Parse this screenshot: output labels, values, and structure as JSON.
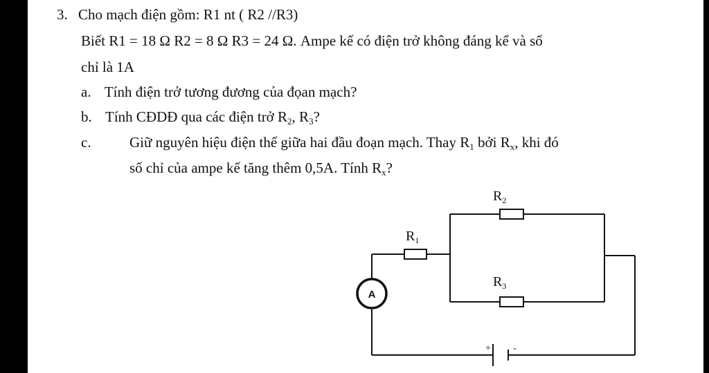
{
  "problem": {
    "number": "3.",
    "title": "Cho mạch điện gồm: R1 nt ( R2 //R3)",
    "given_line1": "Biết R1 = 18 Ω  R2 = 8 Ω  R3 =  24 Ω.  Ampe kế có điện trở không đáng kể và số",
    "given_line2": "chỉ là  1A",
    "a": {
      "marker": "a.",
      "text": "Tính điện trở tương đương của đọan mạch?"
    },
    "b": {
      "marker": "b.",
      "text_pre": "Tính CĐDĐ qua các điện trở R",
      "sub1": "2",
      "sep": ", R",
      "sub2": "3",
      "post": "?"
    },
    "c": {
      "marker": "c.",
      "l1_pre": "Giữ nguyên hiệu điện thế giữa hai đầu đoạn mạch. Thay R",
      "l1_sub1": "1",
      "l1_mid": " bởi R",
      "l1_sub2": "x",
      "l1_post": ",  khi đó",
      "l2_pre": "số chỉ của ampe kế tăng thêm 0,5A. Tính  R",
      "l2_sub": "x",
      "l2_post": "?"
    }
  },
  "circuit": {
    "r1": {
      "letter": "R",
      "sub": "1"
    },
    "r2": {
      "letter": "R",
      "sub": "2"
    },
    "r3": {
      "letter": "R",
      "sub": "3"
    },
    "ammeter": "A",
    "battery_plus": "+",
    "battery_minus": "-"
  }
}
